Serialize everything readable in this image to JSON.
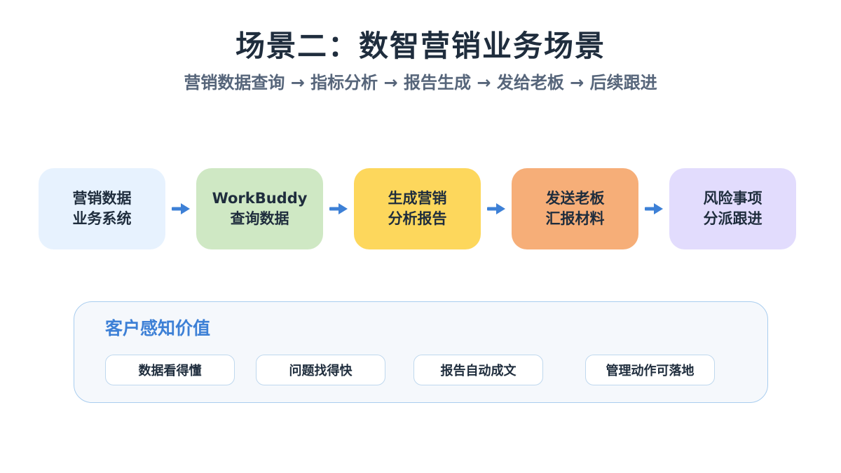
{
  "title": "场景二：数智营销业务场景",
  "subtitle": "营销数据查询 → 指标分析 → 报告生成 → 发给老板 → 后续跟进",
  "steps": [
    {
      "line1": "营销数据",
      "line2": "业务系统",
      "color": "#e7f2fe"
    },
    {
      "line1": "WorkBuddy",
      "line2": "查询数据",
      "color": "#cfe8c4"
    },
    {
      "line1": "生成营销",
      "line2": "分析报告",
      "color": "#fdd75c"
    },
    {
      "line1": "发送老板",
      "line2": "汇报材料",
      "color": "#f6ae78"
    },
    {
      "line1": "风险事项",
      "line2": "分派跟进",
      "color": "#e2dcfd"
    }
  ],
  "arrow_color": "#3d80d6",
  "value_panel": {
    "title": "客户感知价值",
    "chips": [
      "数据看得懂",
      "问题找得快",
      "报告自动成文",
      "管理动作可落地"
    ]
  }
}
